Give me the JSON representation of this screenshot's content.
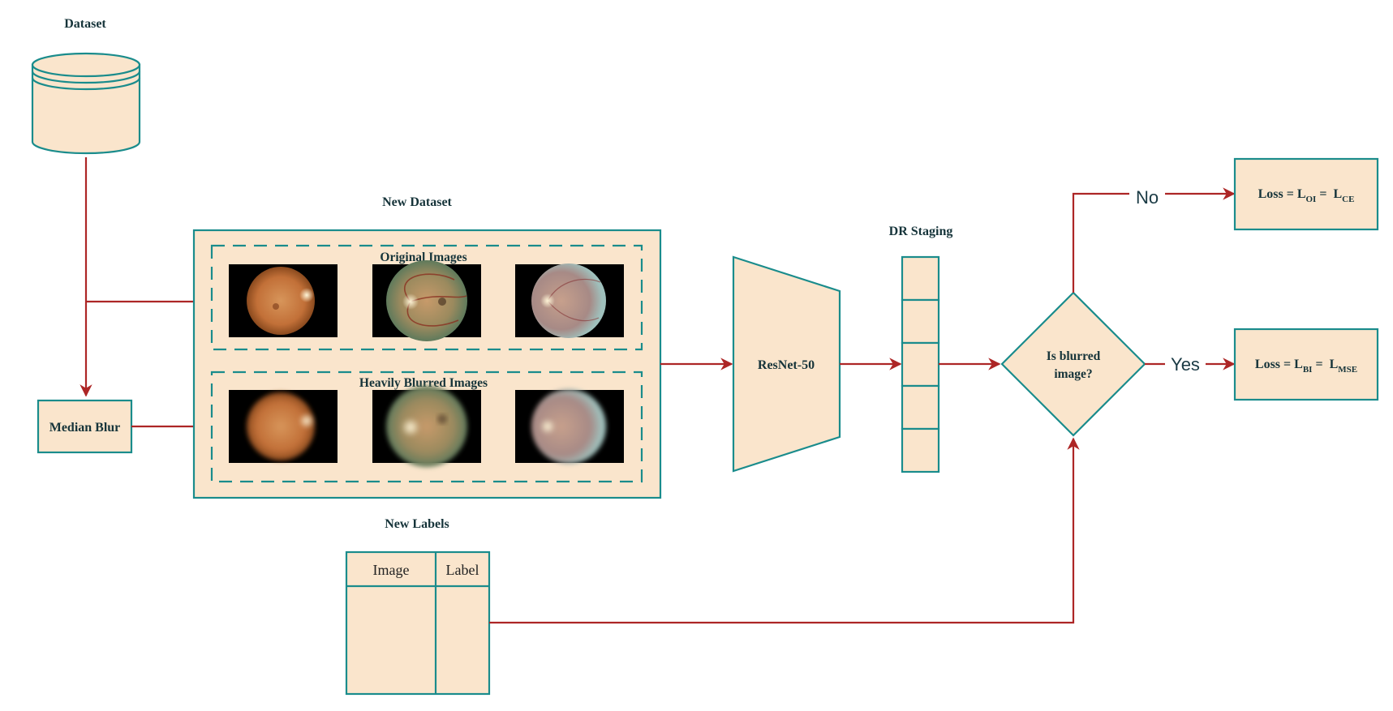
{
  "title": "Dataset",
  "nodes": {
    "dataset_label": "Dataset",
    "median_blur": "Median Blur",
    "new_dataset": "New Dataset",
    "original_images": "Original Images",
    "heavily_blurred_images": "Heavily Blurred Images",
    "resnet": "ResNet-50",
    "dr_staging": "DR Staging",
    "decision_line1": "Is blurred",
    "decision_line2": "image?",
    "new_labels": "New Labels",
    "col_image": "Image",
    "col_label": "Label"
  },
  "edges": {
    "no": "No",
    "yes": "Yes"
  },
  "loss_oi": {
    "prefix": "Loss = L",
    "sub": "OI",
    "eq": " = ",
    "rhs": "L",
    "rhs_sub": "CE"
  },
  "loss_bi": {
    "prefix": "Loss = L",
    "sub": "BI",
    "eq": " = ",
    "rhs": "L",
    "rhs_sub": "MSE"
  },
  "colors": {
    "fill": "#fae5cc",
    "stroke": "#1a8c8c",
    "arrow": "#ad2626",
    "text": "#16343a",
    "image_bg": "#000000"
  },
  "images": {
    "original": [
      "fundus-orange",
      "fundus-green-vessels",
      "fundus-pale-blue"
    ],
    "blurred": [
      "fundus-orange-blurred",
      "fundus-green-blurred",
      "fundus-pale-blurred"
    ]
  }
}
